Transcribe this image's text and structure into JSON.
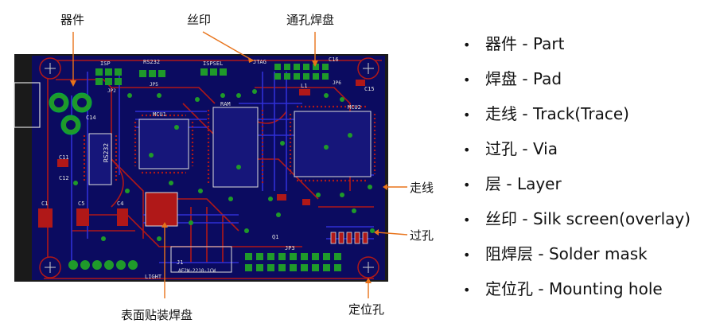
{
  "callouts": {
    "part": "器件",
    "silk": "丝印",
    "through_pad": "通孔焊盘",
    "track": "走线",
    "via": "过孔",
    "smd_pad": "表面贴装焊盘",
    "mounting_hole": "定位孔"
  },
  "glossary": [
    {
      "zh": "器件",
      "en": "Part"
    },
    {
      "zh": "焊盘",
      "en": "Pad"
    },
    {
      "zh": "走线",
      "en": "Track(Trace)"
    },
    {
      "zh": "过孔",
      "en": "Via"
    },
    {
      "zh": "层",
      "en": "Layer"
    },
    {
      "zh": "丝印",
      "en": "Silk screen(overlay)"
    },
    {
      "zh": "阻焊层",
      "en": "Solder mask"
    },
    {
      "zh": "定位孔",
      "en": "Mounting hole"
    }
  ],
  "board_labels": {
    "isp": "ISP",
    "rs232": "RS232",
    "ispsel": "ISPSEL",
    "jtag": "JTAG",
    "c16": "C16",
    "c15": "C15",
    "mcu1": "MCU1",
    "ram": "RAM",
    "mcu2": "MCU2",
    "l1": "L1",
    "c11": "C11",
    "c12": "C12",
    "rs232_chip": "RS232",
    "c1": "C1",
    "c5": "C5",
    "c4": "C4",
    "jp3": "JP3",
    "j1": "J1",
    "light": "LIGHT",
    "q1": "Q1",
    "jp2": "JP2",
    "jp5": "JP5",
    "jp6": "JP6",
    "c14": "C14",
    "conn": "AF2W-2210-1CW"
  },
  "colors": {
    "board_bg": "#0b0b60",
    "frame": "#1a1a1a",
    "trace_red": "#b01818",
    "trace_blue": "#2f2fd6",
    "pad_green": "#1f9a2a",
    "silk": "#e0e0e0",
    "callout_orange": "#e8731a"
  }
}
